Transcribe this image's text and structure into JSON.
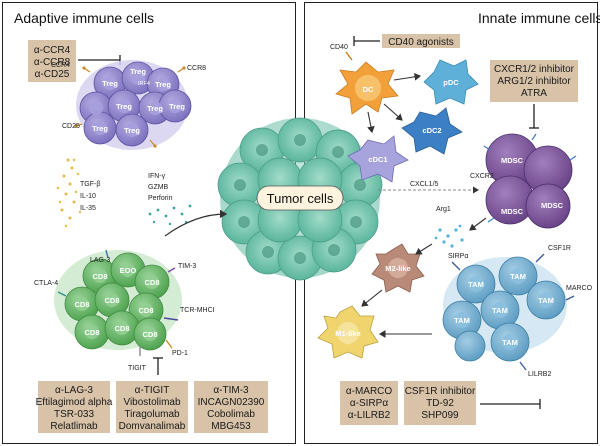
{
  "panels": {
    "adaptive_title": "Adaptive immune cells",
    "innate_title": "Innate immune cells"
  },
  "center": {
    "label": "Tumor cells"
  },
  "drug_boxes": {
    "treg_drugs": [
      "α-CCR4",
      "α-CCR8",
      "α-CD25"
    ],
    "cd40": [
      "CD40 agonists"
    ],
    "mdsc_drugs": [
      "CXCR1/2 inhibitor",
      "ARG1/2 inhibitor",
      "ATRA"
    ],
    "lag3_drugs": [
      "α-LAG-3",
      "Eftilagimod alpha",
      "TSR-033",
      "Relatlimab"
    ],
    "tigit_drugs": [
      "α-TIGIT",
      "Vibostolimab",
      "Tiragolumab",
      "Domvanalimab"
    ],
    "tim3_drugs": [
      "α-TIM-3",
      "INCAGN02390",
      "Cobolimab",
      "MBG453"
    ],
    "macro_drugs": [
      "α-MARCO",
      "α-SIRPα",
      "α-LILRB2"
    ],
    "csf1r_drugs": [
      "CSF1R inhibitor",
      "TD-92",
      "SHP099"
    ]
  },
  "cells": {
    "treg": "Treg",
    "irf4": "IRF4",
    "cd8": "CD8",
    "eoo": "EOO",
    "dc": "DC",
    "pdc": "pDC",
    "cdc1": "cDC1",
    "cdc2": "cDC2",
    "mdsc": "MDSC",
    "tam": "TAM",
    "m2": "M2-like",
    "m1": "M1-like"
  },
  "labels": {
    "ccr4": "CCR4",
    "ccr8": "CCR8",
    "cd25": "CD25",
    "tgfb": "TGF-β",
    "il10": "IL-10",
    "il35": "IL-35",
    "ifng": "IFN-γ",
    "gzmb": "GZMB",
    "perforin": "Perforin",
    "lag3": "LAG-3",
    "tim3": "TIM-3",
    "ctla4": "CTLA-4",
    "tcr": "TCR-MHCI",
    "pd1": "PD-1",
    "tigit": "TIGIT",
    "cd40": "CD40",
    "cxcl": "CXCL1/5",
    "cxcr2": "CXCR2",
    "arg1": "Arg1",
    "sirpa": "SIRPα",
    "csf1r": "CSF1R",
    "marco": "MARCO",
    "lilrb2": "LILRB2"
  },
  "colors": {
    "box_fill": "#d8c2a8",
    "treg": "#8e84cc",
    "cd8": "#6cb86c",
    "dc": "#f2a13a",
    "pdc": "#5fb0d8",
    "cdc": "#3d7fc4",
    "mdsc": "#7e5a9c",
    "tam": "#6da8cc",
    "m2": "#b98a78",
    "m1": "#f0d56e",
    "tumor": "#7fc9b6"
  },
  "icons": [
    "inhibit-arrow-icon",
    "arrow-icon",
    "receptor-icon",
    "cytokine-dots-icon"
  ]
}
